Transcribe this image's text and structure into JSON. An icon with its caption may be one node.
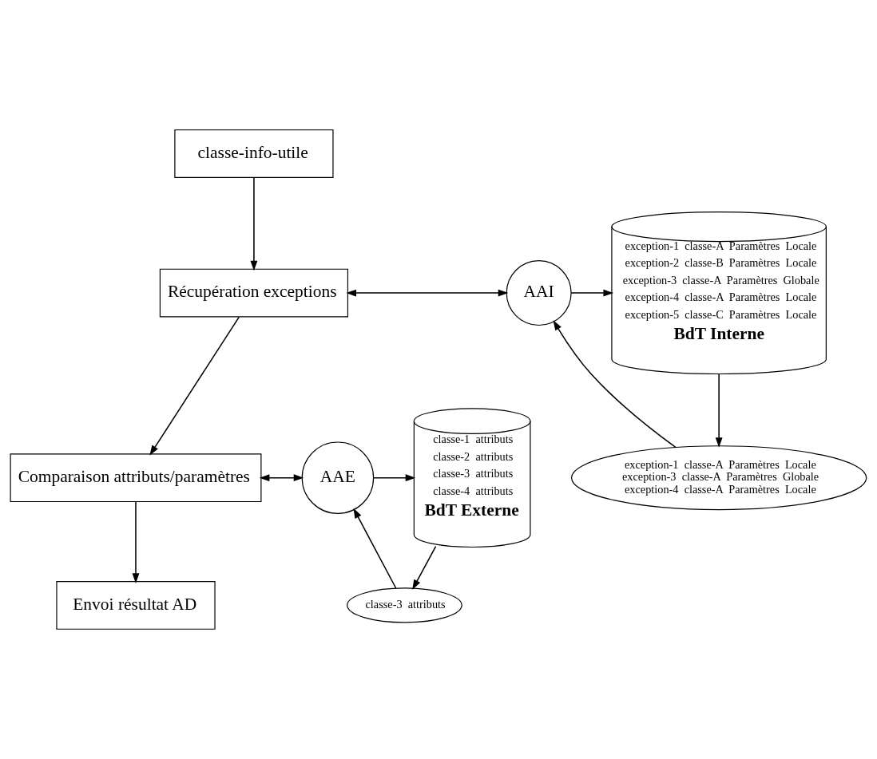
{
  "diagram": {
    "nodes": [
      {
        "text": [
          "classe-info-utile"
        ]
      },
      {
        "text": [
          "Récupération exceptions"
        ]
      },
      {
        "text": [
          "Comparaison attributs/paramètres"
        ]
      },
      {
        "text": [
          "Envoi résultat AD"
        ]
      },
      {
        "text": [
          "AAI"
        ]
      },
      {
        "text": [
          "exception-1  classe-A  Paramètres  Locale",
          "exception-2  classe-B  Paramètres  Locale",
          "exception-3  classe-A  Paramètres  Globale",
          "exception-4  classe-A  Paramètres  Locale",
          "exception-5  classe-C  Paramètres  Locale",
          "BdT Interne"
        ]
      },
      {
        "text": [
          "exception-1  classe-A  Paramètres  Locale",
          "exception-3  classe-A  Paramètres  Globale",
          "exception-4  classe-A  Paramètres  Locale"
        ]
      },
      {
        "text": [
          "AAE"
        ]
      },
      {
        "text": [
          "classe-1  attributs",
          "classe-2  attributs",
          "classe-3  attributs",
          "classe-4  attributs",
          "BdT Externe"
        ]
      },
      {
        "text": [
          "classe-3  attributs"
        ]
      }
    ],
    "edges": [
      {
        "from": 0,
        "to": 1,
        "arrow": "to"
      },
      {
        "from": 1,
        "to": 4,
        "arrow": "both"
      },
      {
        "from": 4,
        "to": 5,
        "arrow": "to"
      },
      {
        "from": 5,
        "to": 6,
        "arrow": "to"
      },
      {
        "from": 6,
        "to": 4,
        "arrow": "to"
      },
      {
        "from": 1,
        "to": 2,
        "arrow": "to"
      },
      {
        "from": 2,
        "to": 7,
        "arrow": "both"
      },
      {
        "from": 7,
        "to": 8,
        "arrow": "to"
      },
      {
        "from": 8,
        "to": 9,
        "arrow": "to"
      },
      {
        "from": 9,
        "to": 7,
        "arrow": "to"
      },
      {
        "from": 2,
        "to": 3,
        "arrow": "to"
      }
    ]
  }
}
